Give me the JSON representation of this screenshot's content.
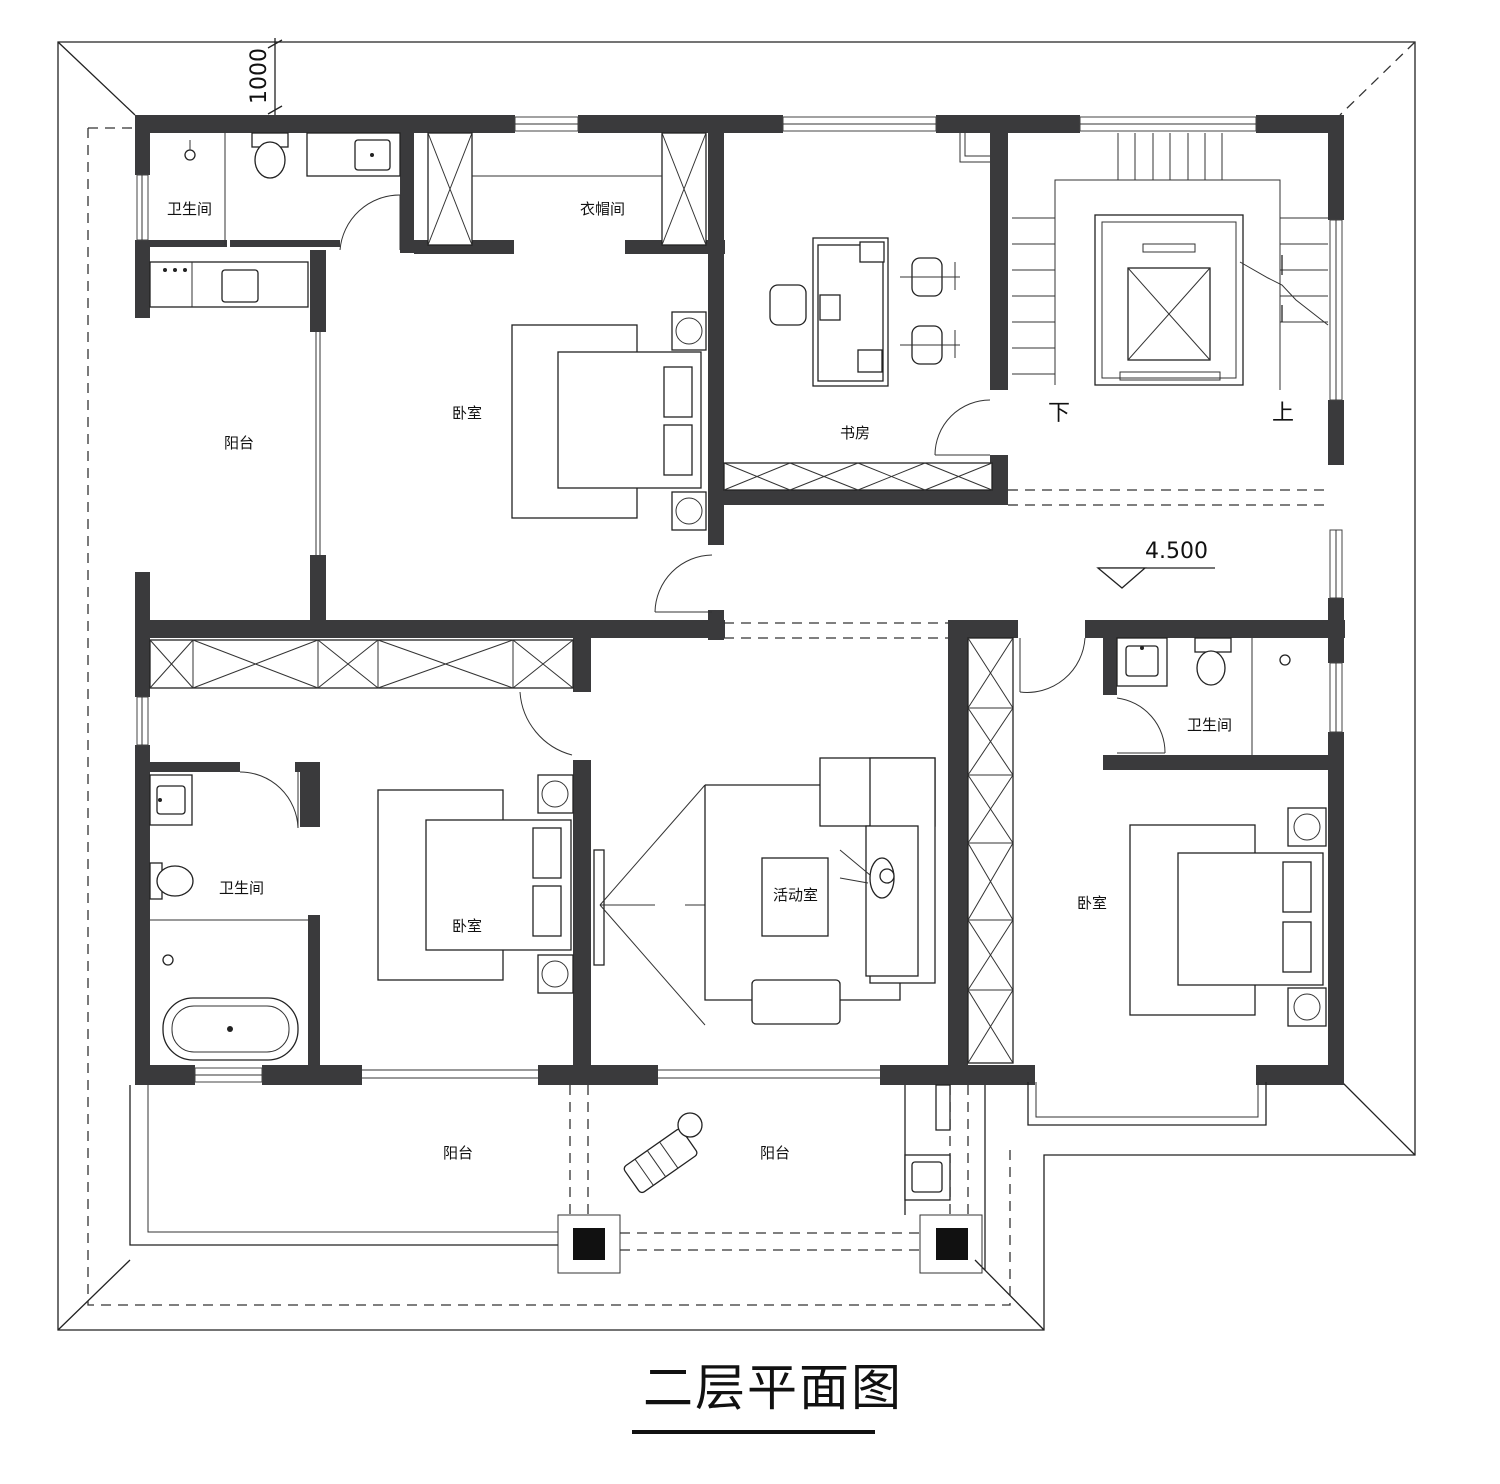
{
  "drawing": {
    "title": "二层平面图",
    "dimension_label": "1000",
    "elevation_label": "4.500",
    "stair_down": "下",
    "stair_up": "上"
  },
  "rooms": {
    "bath_nw": "卫生间",
    "wardrobe": "衣帽间",
    "bedroom_master": "卧室",
    "balcony_west": "阳台",
    "study": "书房",
    "bath_sw": "卫生间",
    "bedroom_sw": "卧室",
    "activity": "活动室",
    "bath_se": "卫生间",
    "bedroom_se": "卧室",
    "balcony_south_left": "阳台",
    "balcony_south_right": "阳台"
  },
  "colors": {
    "wall": "#3a3a3c",
    "line": "#222222",
    "background": "#ffffff"
  }
}
